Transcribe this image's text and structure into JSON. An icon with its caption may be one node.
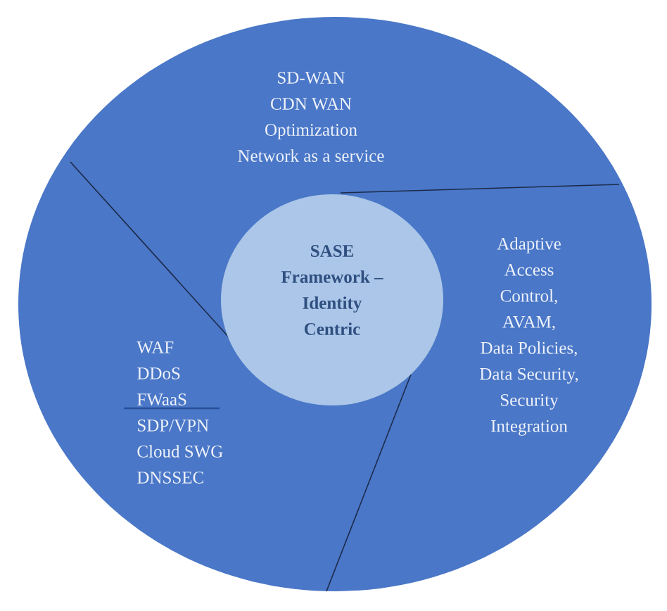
{
  "diagram": {
    "nodes": [
      {
        "text": [],
        "shape": "circle"
      },
      {
        "text": [
          "SD-WAN",
          "CDN WAN",
          "Optimization",
          "Network as a service"
        ],
        "in": 0
      },
      {
        "text": [
          "Adaptive Access Control,",
          "AVAM,",
          "Data Policies,",
          "Data Security,",
          "Security Integration"
        ],
        "in": 0
      },
      {
        "text": [
          "WAF",
          "DDoS",
          "FWaaS",
          "SDP/VPN",
          "Cloud SWG",
          "DNSSEC"
        ],
        "in": 0
      },
      {
        "text": [
          "SASE Framework – Identity Centric"
        ],
        "in": 0
      }
    ]
  }
}
